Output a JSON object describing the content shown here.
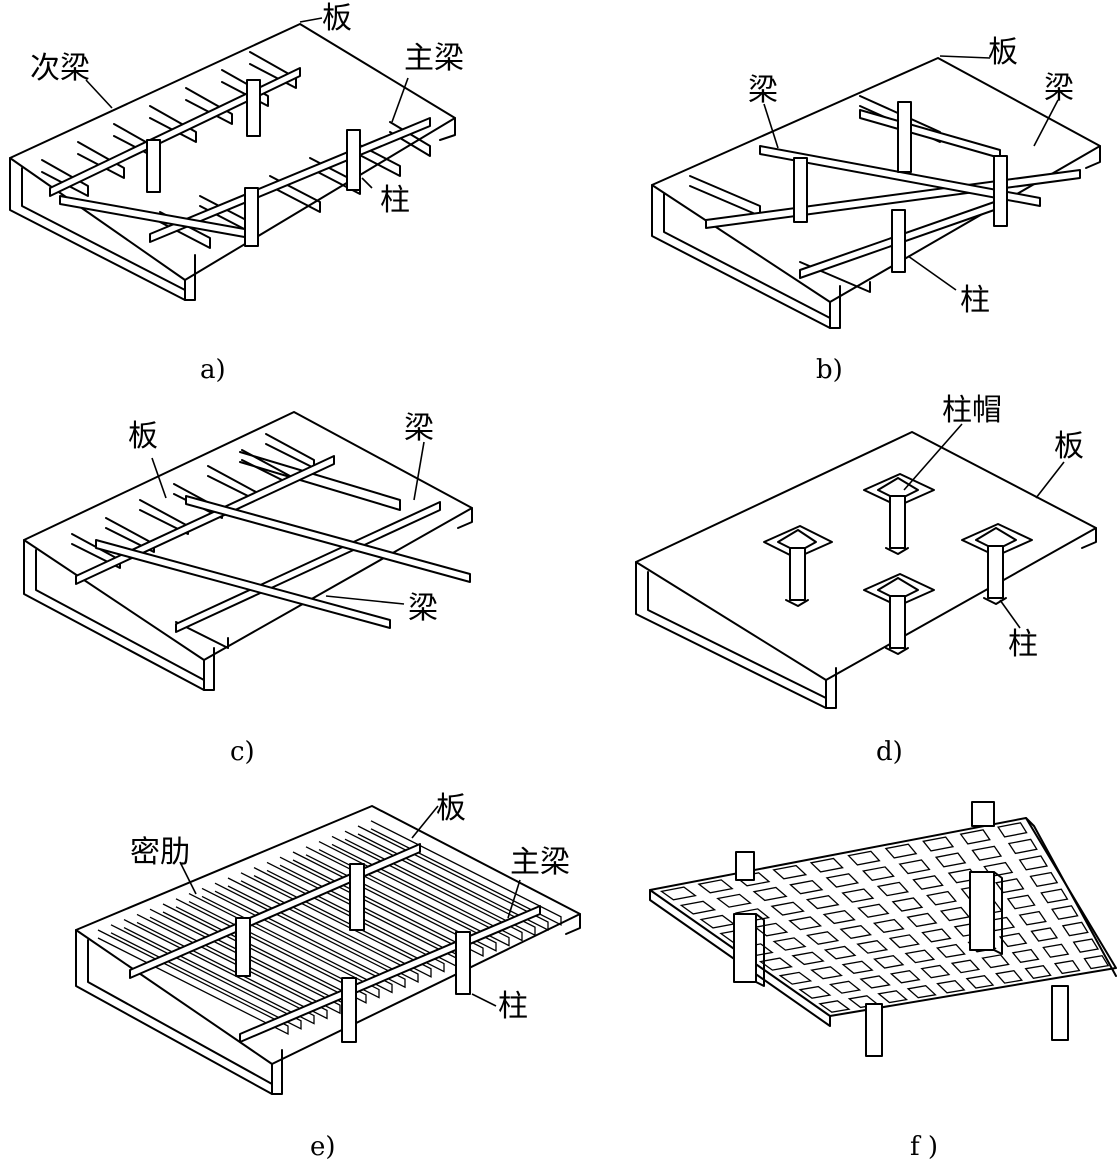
{
  "panels": [
    {
      "id": "a",
      "caption": "a)",
      "labels": {
        "slab": "板",
        "secondary_beam": "次梁",
        "main_beam": "主梁",
        "column": "柱"
      }
    },
    {
      "id": "b",
      "caption": "b)",
      "labels": {
        "slab": "板",
        "beam_left": "梁",
        "beam_right": "梁",
        "column": "柱"
      }
    },
    {
      "id": "c",
      "caption": "c)",
      "labels": {
        "slab": "板",
        "beam_top": "梁",
        "beam_bottom": "梁"
      }
    },
    {
      "id": "d",
      "caption": "d)",
      "labels": {
        "column_cap": "柱帽",
        "slab": "板",
        "column": "柱"
      }
    },
    {
      "id": "e",
      "caption": "e)",
      "labels": {
        "slab": "板",
        "dense_rib": "密肋",
        "main_beam": "主梁",
        "column": "柱"
      }
    },
    {
      "id": "f",
      "caption": "f )"
    }
  ]
}
